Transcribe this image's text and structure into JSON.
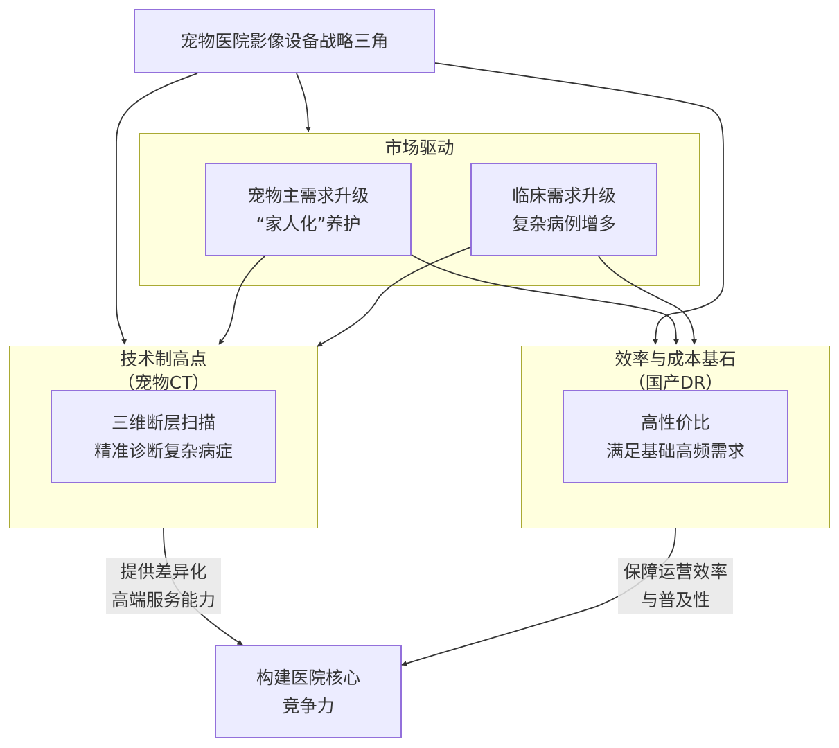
{
  "nodes": {
    "top": {
      "text": "宠物医院影像设备战略三角"
    },
    "owner": {
      "line1": "宠物主需求升级",
      "line2": "“家人化”养护"
    },
    "clinical": {
      "line1": "临床需求升级",
      "line2": "复杂病例增多"
    },
    "ct": {
      "line1": "三维断层扫描",
      "line2": "精准诊断复杂病症"
    },
    "dr": {
      "line1": "高性价比",
      "line2": "满足基础高频需求"
    },
    "core": {
      "line1": "构建医院核心",
      "line2": "竞争力"
    }
  },
  "clusters": {
    "market": {
      "title": "市场驱动"
    },
    "tech": {
      "title_line1": "技术制高点",
      "title_line2": "（宠物CT）"
    },
    "efficiency": {
      "title_line1": "效率与成本基石",
      "title_line2": "（国产DR）"
    }
  },
  "edge_labels": {
    "tech_to_core": {
      "line1": "提供差异化",
      "line2": "高端服务能力"
    },
    "eff_to_core": {
      "line1": "保障运营效率",
      "line2": "与普及性"
    }
  },
  "colors": {
    "node_fill": "#ececff",
    "node_border": "#9370db",
    "cluster_fill": "#ffffde",
    "cluster_border": "#aaaa33",
    "edge": "#333333",
    "edge_label_bg": "#e8e8e8"
  }
}
